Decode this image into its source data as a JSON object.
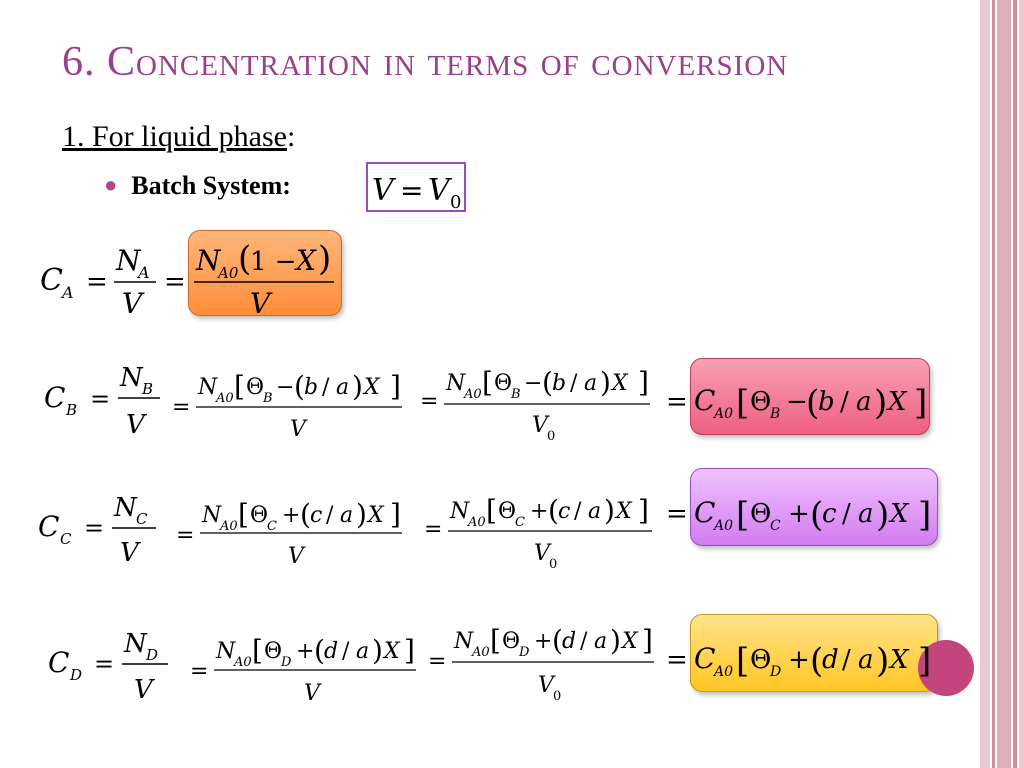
{
  "slide": {
    "title": "6. Concentration in terms of conversion",
    "subheading_number": "1. ",
    "subheading_text": "For liquid phase",
    "subheading_colon": ":",
    "bullet_label": "Batch System:",
    "volume_condition": "V = V0"
  },
  "equations": {
    "CA": "C_A = N_A / V = N_A0(1 − X) / V",
    "CB": "C_B = N_B / V = N_A0[Θ_B − (b/a)X] / V = N_A0[Θ_B − (b/a)X] / V_0 = C_A0[Θ_B − (b/a)X]",
    "CC": "C_C = N_C / V = N_A0[Θ_C + (c/a)X] / V = N_A0[Θ_C + (c/a)X] / V_0 = C_A0[Θ_C + (c/a)X]",
    "CD": "C_D = N_D / V = N_A0[Θ_D + (d/a)X] / V = N_A0[Θ_D + (d/a)X] / V_0 = C_A0[Θ_D + (d/a)X]"
  },
  "colors": {
    "title": "#9a3e8e",
    "highlight_a": "#ff8d3a",
    "highlight_b": "#ee5f80",
    "highlight_c": "#d27cf0",
    "highlight_d": "#ffc524",
    "box_border": "#9a4fb8",
    "decor_circle": "#c2457e"
  }
}
